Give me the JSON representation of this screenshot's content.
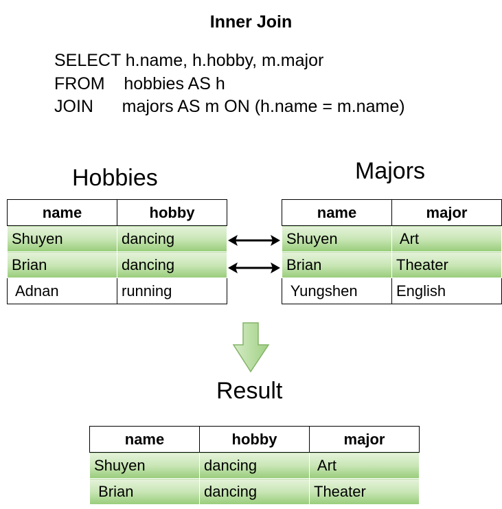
{
  "title": "Inner Join",
  "sql": {
    "line1": "SELECT h.name, h.hobby, m.major",
    "line2": "FROM    hobbies AS h",
    "line3": "JOIN      majors AS m ON (h.name = m.name)"
  },
  "hobbies": {
    "heading": "Hobbies",
    "columns": [
      "name",
      "hobby"
    ],
    "rows": [
      [
        "Shuyen",
        "dancing"
      ],
      [
        "Brian",
        "dancing"
      ],
      [
        "Adnan",
        "running"
      ]
    ]
  },
  "majors": {
    "heading": "Majors",
    "columns": [
      "name",
      "major"
    ],
    "rows": [
      [
        "Shuyen",
        " Art"
      ],
      [
        "Brian",
        "Theater"
      ],
      [
        " Yungshen",
        "English"
      ]
    ]
  },
  "result": {
    "heading": "Result",
    "columns": [
      "name",
      "hobby",
      "major"
    ],
    "rows": [
      [
        "Shuyen",
        "dancing",
        " Art"
      ],
      [
        " Brian",
        "dancing",
        "Theater"
      ]
    ]
  },
  "colors": {
    "match_light": "#e4f2da",
    "match_dark": "#98cc7a",
    "down_arrow_fill": "#b6dca0",
    "down_arrow_stroke": "#82b366"
  }
}
